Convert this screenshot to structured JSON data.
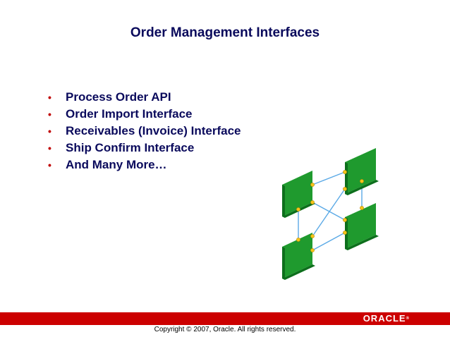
{
  "slide": {
    "title": "Order Management Interfaces",
    "bullets": [
      "Process Order API",
      "Order Import Interface",
      "Receivables (Invoice) Interface",
      "Ship Confirm Interface",
      "And Many More…"
    ],
    "bullet_glyph": "•"
  },
  "footer": {
    "logo_text": "ORACLE",
    "logo_mark": "®",
    "copyright": "Copyright © 2007, Oracle. All rights reserved."
  },
  "colors": {
    "title": "#0a0a5c",
    "bullet": "#c00000",
    "footer_bar": "#cc0000",
    "panel_front": "#1f9a2e",
    "panel_side": "#0d6f1c",
    "connector": "#5aa9e6",
    "node": "#f5c518"
  }
}
